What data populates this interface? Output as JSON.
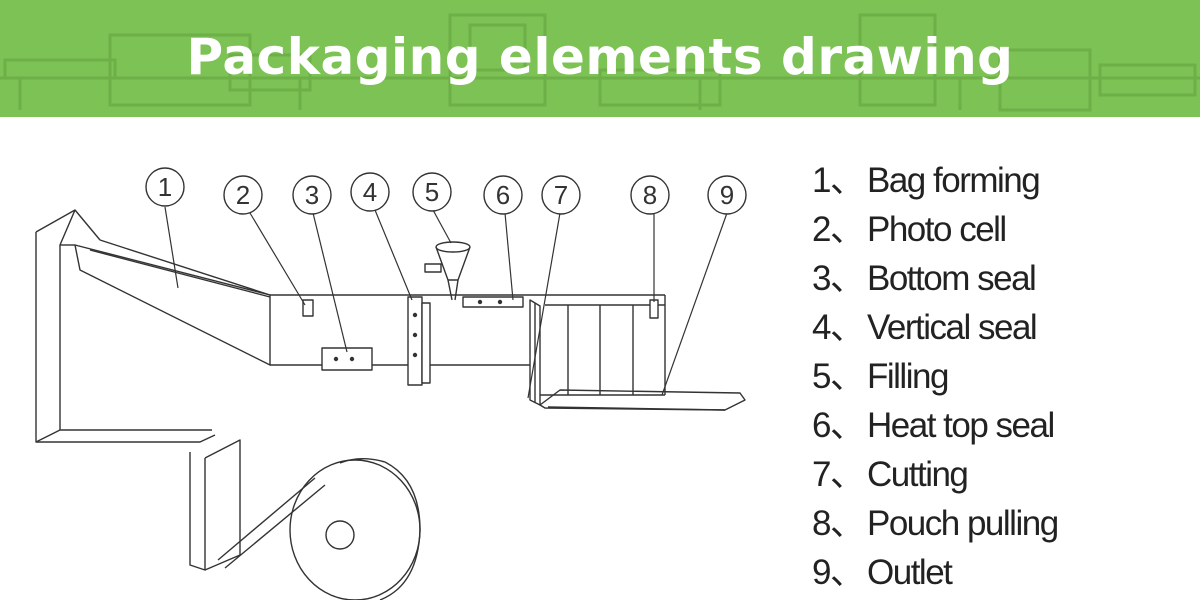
{
  "header": {
    "title": "Packaging elements drawing",
    "background_color": "#7cc254"
  },
  "diagram": {
    "callouts": [
      "1",
      "2",
      "3",
      "4",
      "5",
      "6",
      "7",
      "8",
      "9"
    ]
  },
  "legend": {
    "items": [
      {
        "num": "1、",
        "label": "Bag forming"
      },
      {
        "num": "2、",
        "label": "Photo cell"
      },
      {
        "num": "3、",
        "label": "Bottom seal"
      },
      {
        "num": "4、",
        "label": "Vertical seal"
      },
      {
        "num": "5、",
        "label": "Filling"
      },
      {
        "num": "6、",
        "label": "Heat top seal"
      },
      {
        "num": "7、",
        "label": "Cutting"
      },
      {
        "num": "8、",
        "label": "Pouch pulling"
      },
      {
        "num": "9、",
        "label": "Outlet"
      }
    ]
  }
}
